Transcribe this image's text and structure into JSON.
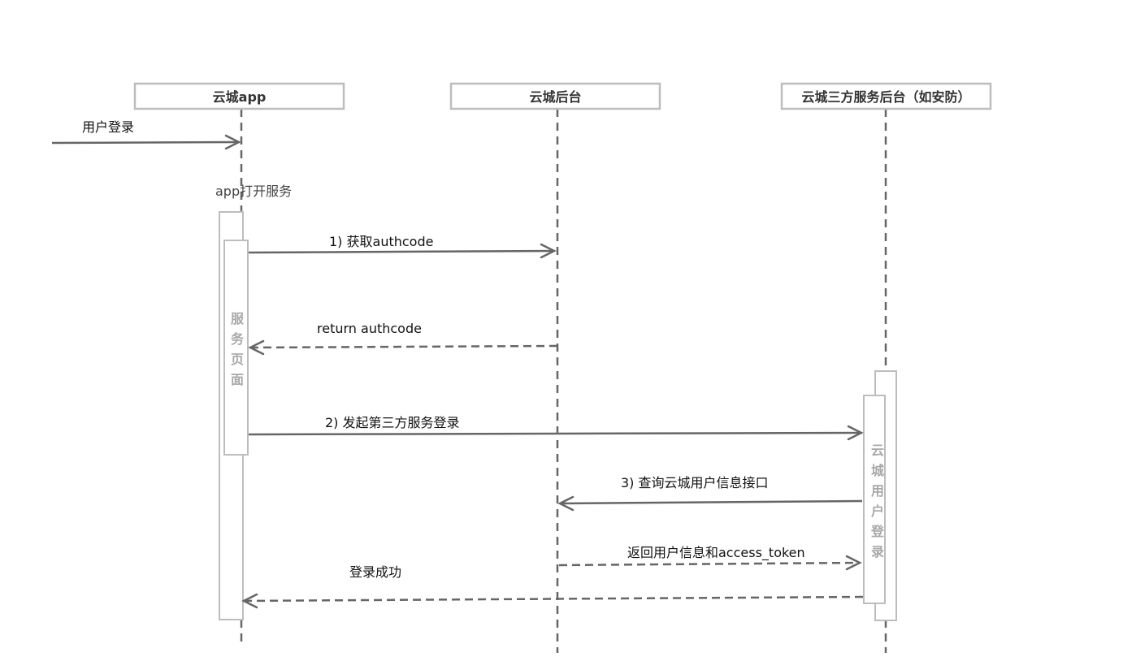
{
  "participants": [
    {
      "id": "app",
      "label": "云城app"
    },
    {
      "id": "backend",
      "label": "云城后台"
    },
    {
      "id": "third",
      "label": "云城三方服务后台（如安防）"
    }
  ],
  "note": "app打开服务",
  "activations": {
    "service_page": [
      "服",
      "务",
      "页",
      "面"
    ],
    "cloud_user_login": [
      "云",
      "城",
      "用",
      "户",
      "登",
      "录"
    ]
  },
  "messages": [
    {
      "id": "user-login",
      "label": "用户登录",
      "style": "solid"
    },
    {
      "id": "get-authcode",
      "label": "1) 获取authcode",
      "style": "solid"
    },
    {
      "id": "return-authcode",
      "label": "return authcode",
      "style": "dashed"
    },
    {
      "id": "third-party-login",
      "label": "2) 发起第三方服务登录",
      "style": "solid"
    },
    {
      "id": "query-user-info",
      "label": "3) 查询云城用户信息接口",
      "style": "solid"
    },
    {
      "id": "return-user-info",
      "label": "返回用户信息和access_token",
      "style": "dashed"
    },
    {
      "id": "login-success",
      "label": "登录成功",
      "style": "dashed"
    }
  ],
  "colors": {
    "line": "#666666",
    "box_border": "#bdbdbd",
    "activation_text": "#a8a8a8"
  }
}
